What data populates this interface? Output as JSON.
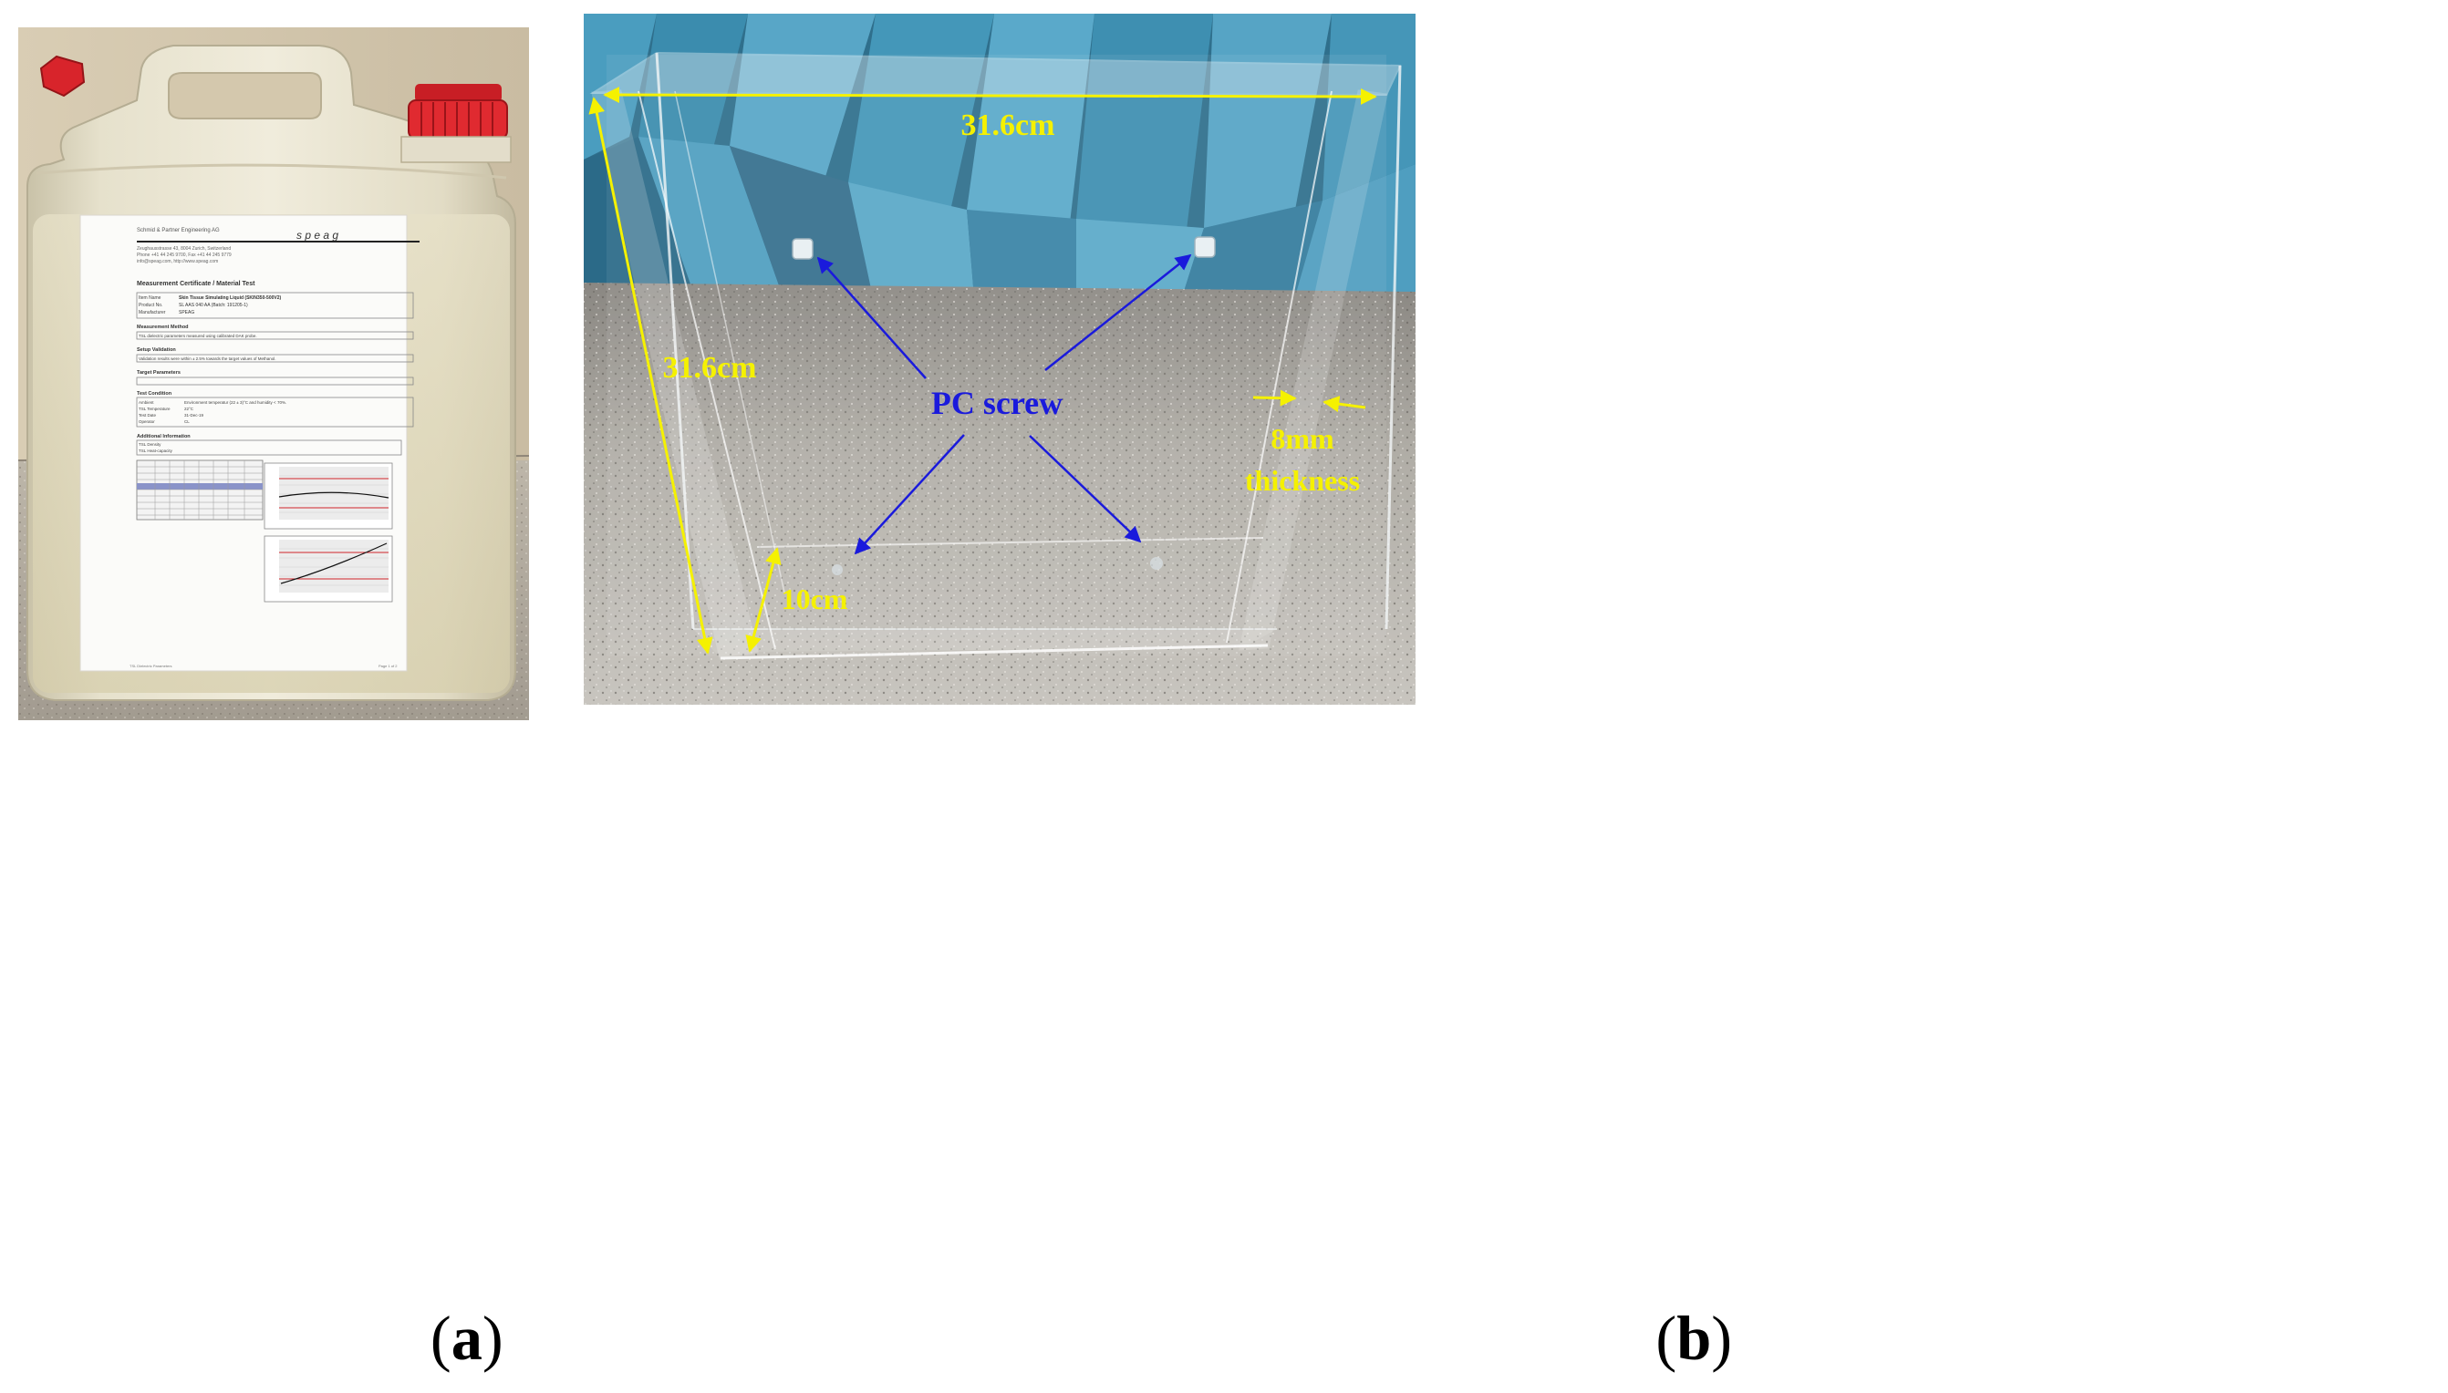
{
  "figure": {
    "panel_a": {
      "caption_letter": "a",
      "certificate": {
        "company": "Schmid & Partner Engineering AG",
        "brand": "s p e a g",
        "address": "Zeughausstrasse 43, 8004 Zurich, Switzerland",
        "phone": "Phone +41 44 245 9700, Fax +41 44 245 9779",
        "web": "info@speag.com, http://www.speag.com",
        "heading": "Measurement Certificate / Material Test",
        "item_name_label": "Item Name",
        "item_name_value": "Skin Tissue Simulating Liquid (SKIN350-500V2)",
        "product_no_label": "Product No.",
        "product_no_value": "SL AAS 040 AA (Batch: 191205-1)",
        "manufacturer_label": "Manufacturer",
        "manufacturer_value": "SPEAG",
        "method_heading": "Measurement Method",
        "method_text": "TSL dielectric parameters measured using calibrated DAK probe.",
        "setup_heading": "Setup Validation",
        "setup_text": "Validation results were within ± 2.5% towards the target values of Methanol.",
        "target_heading": "Target Parameters",
        "test_heading": "Test Condition",
        "ambient_label": "Ambient",
        "ambient_value": "Environment temperatur (22 ± 3)°C and humidity < 70%.",
        "tsl_temp_label": "TSL Temperature",
        "tsl_temp_value": "22°C",
        "test_date_label": "Test Date",
        "test_date_value": "31-Dec-19",
        "operator_label": "Operator",
        "operator_value": "CL",
        "additional_heading": "Additional Information",
        "density_label": "TSL Density",
        "heat_label": "TSL Heat-capacity",
        "footer_left": "TSL Dielectric Parameters",
        "footer_right": "Page 1 of 2"
      }
    },
    "panel_b": {
      "caption_letter": "b",
      "dim_top": "31.6cm",
      "dim_left": "31.6cm",
      "dim_depth": "10cm",
      "label_center": "PC screw",
      "thickness_line1": "8mm",
      "thickness_line2": "thickness",
      "colors": {
        "dimension": "#f5f100",
        "callout": "#1a1adc",
        "absorber": "#3f8fb0"
      }
    }
  }
}
